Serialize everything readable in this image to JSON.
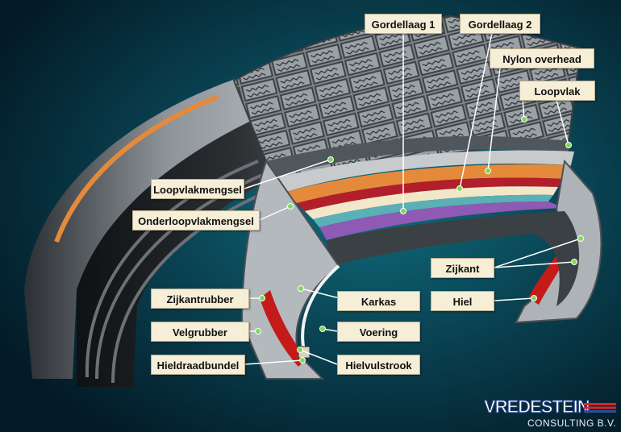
{
  "labels": {
    "gordellaag1": "Gordellaag 1",
    "gordellaag2": "Gordellaag 2",
    "nylon_overhead": "Nylon overhead",
    "loopvlak": "Loopvlak",
    "loopvlakmengsel": "Loopvlakmengsel",
    "onderloopvlakmengsel": "Onderloopvlakmengsel",
    "zijkant": "Zijkant",
    "hiel": "Hiel",
    "zijkantrubber": "Zijkantrubber",
    "karkas": "Karkas",
    "velgrubber": "Velgrubber",
    "voering": "Voering",
    "hieldraadbundel": "Hieldraadbundel",
    "hielvulstrook": "Hielvulstrook"
  },
  "logo": {
    "brand": "VREDESTEIN",
    "subtitle": "CONSULTING B.V."
  },
  "colors": {
    "background": "#03202e",
    "label_fill": "#f6eed6",
    "leader_line": "#ffffff",
    "bead_red": "#c41a1a",
    "belt_orange": "#e58a3a",
    "ply_purple": "#8e5ab4",
    "rubber_grey": "#9aa0a6"
  }
}
